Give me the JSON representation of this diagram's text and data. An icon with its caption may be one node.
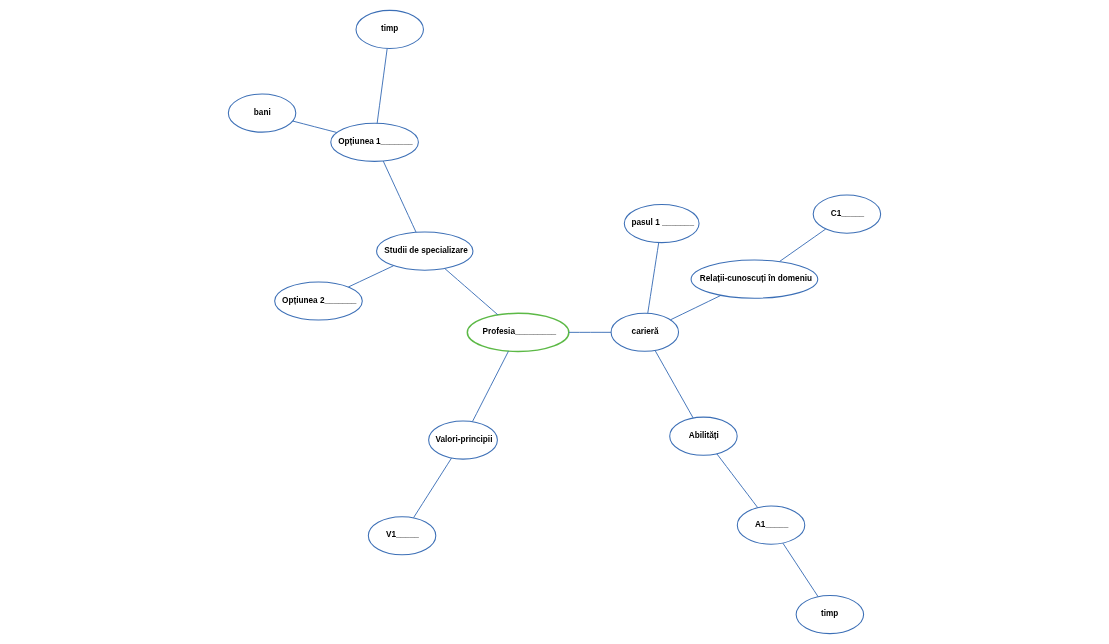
{
  "diagram": {
    "nodes": [
      {
        "text": [
          "bani"
        ]
      },
      {
        "text": [
          "V1_____"
        ]
      },
      {
        "text": [
          "Valori-principii"
        ]
      },
      {
        "text": [
          "Opțiunea 1_______"
        ]
      },
      {
        "text": [
          "timp"
        ]
      },
      {
        "text": [
          "Studii de specializare"
        ]
      },
      {
        "text": [
          "Opțiunea 2_______"
        ]
      },
      {
        "text": [
          "Profesia_________"
        ]
      },
      {
        "text": [
          "timp"
        ]
      },
      {
        "text": [
          "Abilități"
        ]
      },
      {
        "text": [
          "A1_____"
        ]
      },
      {
        "text": [
          "carieră"
        ]
      },
      {
        "text": [
          "C1_____"
        ]
      },
      {
        "text": [
          "Relații-cunoscuți în domeniu"
        ]
      },
      {
        "text": [
          "pasul 1 _______"
        ]
      }
    ],
    "edges": [
      {
        "from": 0,
        "to": 3,
        "arrow": "none"
      },
      {
        "from": 4,
        "to": 3,
        "arrow": "none"
      },
      {
        "from": 3,
        "to": 5,
        "arrow": "none"
      },
      {
        "from": 6,
        "to": 5,
        "arrow": "none"
      },
      {
        "from": 5,
        "to": 7,
        "arrow": "none"
      },
      {
        "from": 2,
        "to": 1,
        "arrow": "none"
      },
      {
        "from": 2,
        "to": 7,
        "arrow": "none"
      },
      {
        "from": 7,
        "to": 11,
        "arrow": "none"
      },
      {
        "from": 9,
        "to": 11,
        "arrow": "none"
      },
      {
        "from": 10,
        "to": 9,
        "arrow": "none"
      },
      {
        "from": 8,
        "to": 10,
        "arrow": "none"
      },
      {
        "from": 13,
        "to": 11,
        "arrow": "none"
      },
      {
        "from": 12,
        "to": 13,
        "arrow": "none"
      },
      {
        "from": 11,
        "to": 14,
        "arrow": "none"
      }
    ]
  }
}
